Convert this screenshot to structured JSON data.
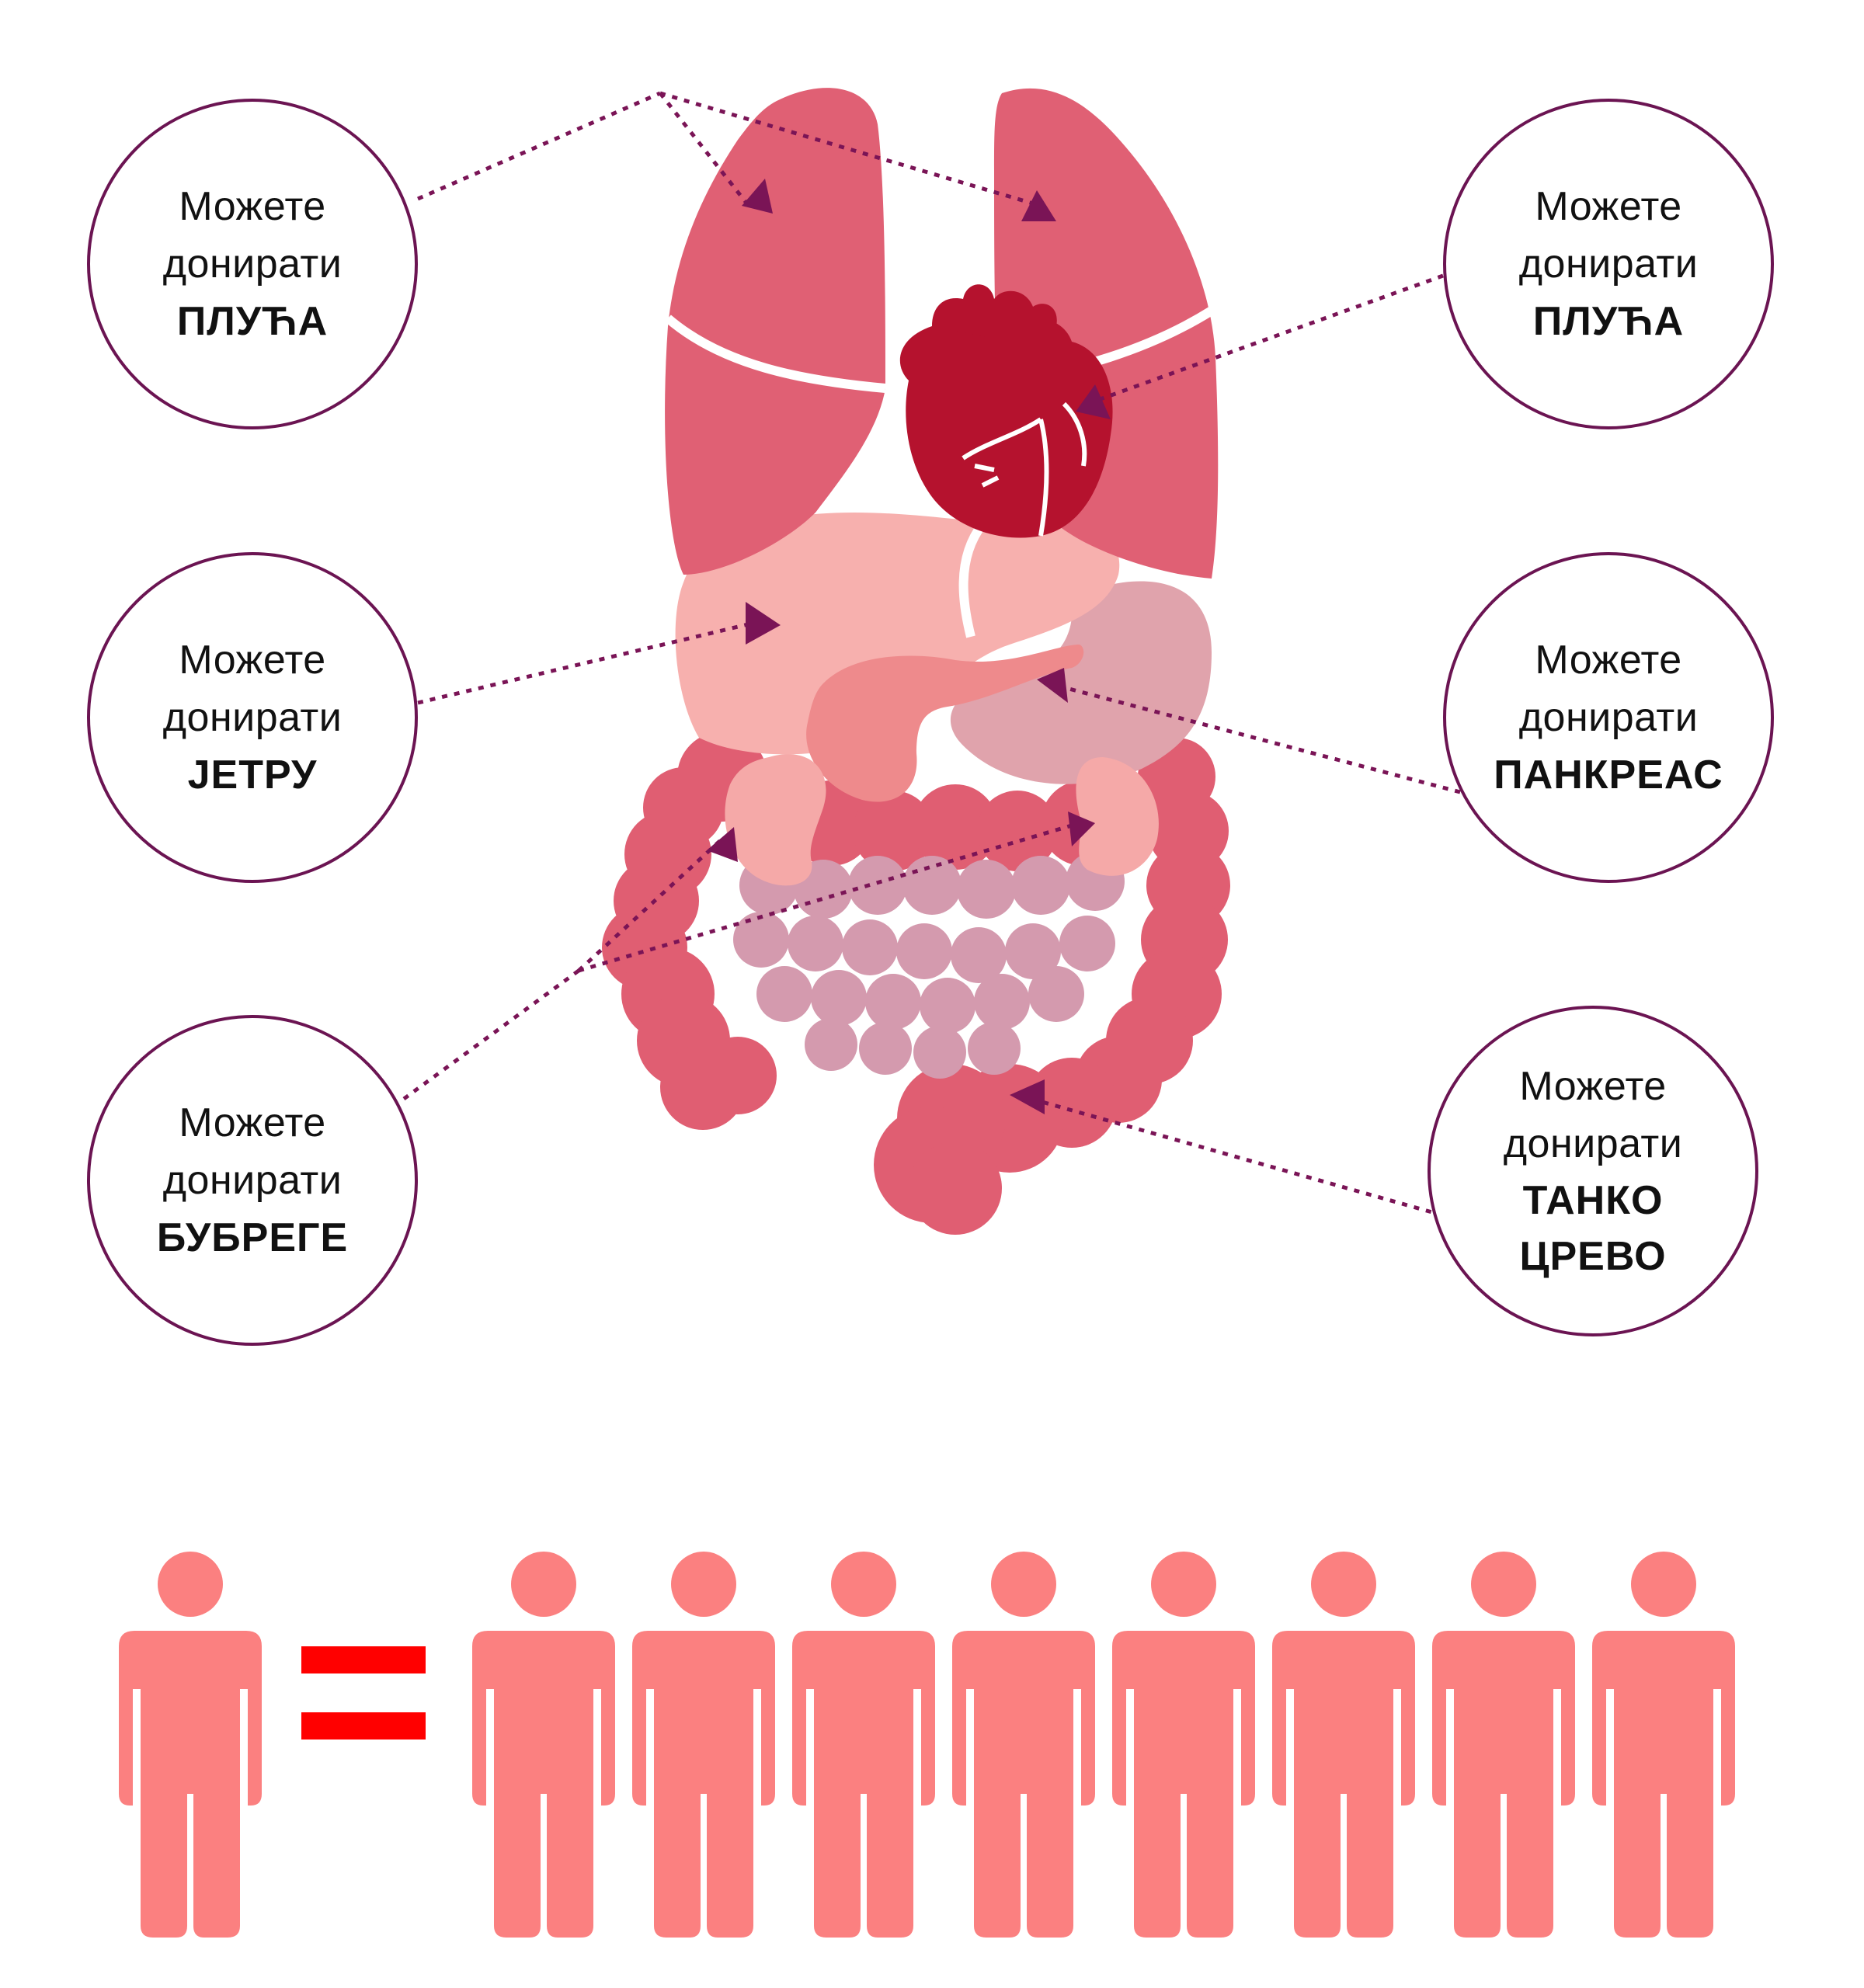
{
  "bubbles": [
    {
      "id": "lungs-left",
      "line1": "Можете",
      "line2": "донирати",
      "organ": [
        "ПЛУЋА"
      ]
    },
    {
      "id": "lungs-right",
      "line1": "Можете",
      "line2": "донирати",
      "organ": [
        "ПЛУЋА"
      ]
    },
    {
      "id": "liver",
      "line1": "Можете",
      "line2": "донирати",
      "organ": [
        "ЈЕТРУ"
      ]
    },
    {
      "id": "pancreas",
      "line1": "Можете",
      "line2": "донирати",
      "organ": [
        "ПАНКРЕАС"
      ]
    },
    {
      "id": "kidneys",
      "line1": "Можете",
      "line2": "донирати",
      "organ": [
        "БУБРЕГЕ"
      ]
    },
    {
      "id": "small-bowel",
      "line1": "Можете",
      "line2": "донирати",
      "organ": [
        "ТАНКО",
        "ЦРЕВО"
      ]
    }
  ],
  "equation": {
    "donors": 1,
    "recipients": 8,
    "symbol_name": "equals-icon"
  },
  "colors": {
    "lung": "#e06074",
    "heart": "#b5122e",
    "liver": "#f7b0ae",
    "pancreas": "#ee8a8c",
    "stomach": "#e0a3ac",
    "kidney": "#f5a9a8",
    "small_intestine": "#d49aae",
    "large_intestine": "#e05e72",
    "connector": "#7a1456",
    "bubble_border": "#6b1452",
    "person": "#fb8080",
    "equals": "#ff0000"
  }
}
